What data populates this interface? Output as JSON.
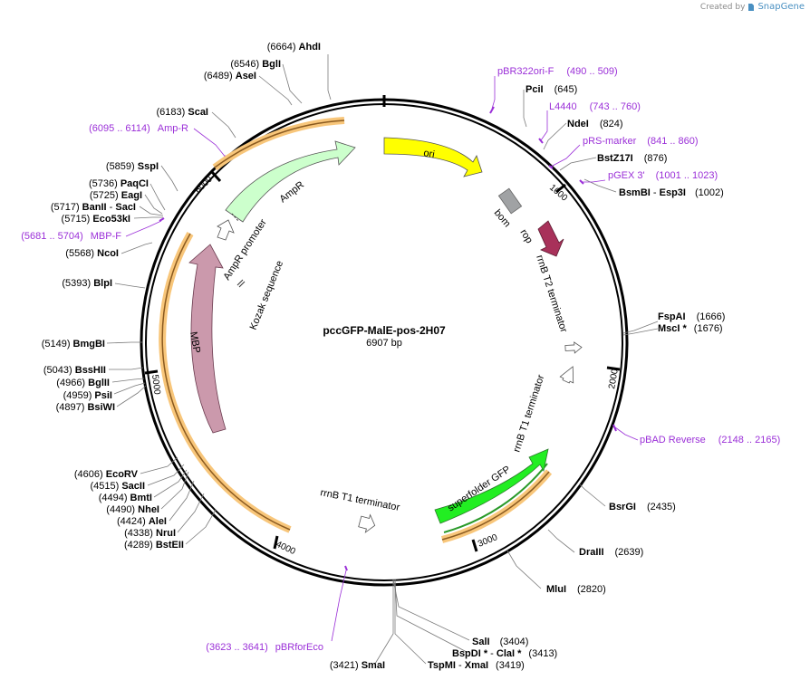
{
  "credit": {
    "created_by": "Created by",
    "brand": "SnapGene"
  },
  "plasmid": {
    "name": "pccGFP-MalE-pos-2H07",
    "length": "6907 bp"
  },
  "ticks": [
    "1000",
    "2000",
    "3000",
    "4000",
    "5000",
    "6000"
  ],
  "sites": {
    "ahdi": {
      "pos": "(6664)",
      "name": "AhdI"
    },
    "bgli": {
      "pos": "(6546)",
      "name": "BglI"
    },
    "asei": {
      "pos": "(6489)",
      "name": "AseI"
    },
    "scai": {
      "pos": "(6183)",
      "name": "ScaI"
    },
    "sspi": {
      "pos": "(5859)",
      "name": "SspI"
    },
    "paqci": {
      "pos": "(5736)",
      "name": "PaqCI"
    },
    "eagi": {
      "pos": "(5725)",
      "name": "EagI"
    },
    "banii": {
      "pos": "(5717)",
      "name": "BanII",
      "sep": " - ",
      "name2": "SacI"
    },
    "eco53ki": {
      "pos": "(5715)",
      "name": "Eco53kI"
    },
    "ncoi": {
      "pos": "(5568)",
      "name": "NcoI"
    },
    "blpi": {
      "pos": "(5393)",
      "name": "BlpI"
    },
    "bmgbi": {
      "pos": "(5149)",
      "name": "BmgBI"
    },
    "bsshii": {
      "pos": "(5043)",
      "name": "BssHII"
    },
    "bglii": {
      "pos": "(4966)",
      "name": "BglII"
    },
    "psii": {
      "pos": "(4959)",
      "name": "PsiI"
    },
    "bsiwi": {
      "pos": "(4897)",
      "name": "BsiWI"
    },
    "ecorv": {
      "pos": "(4606)",
      "name": "EcoRV"
    },
    "sacii": {
      "pos": "(4515)",
      "name": "SacII"
    },
    "bmti": {
      "pos": "(4494)",
      "name": "BmtI"
    },
    "nhei": {
      "pos": "(4490)",
      "name": "NheI"
    },
    "alei": {
      "pos": "(4424)",
      "name": "AleI"
    },
    "nrui": {
      "pos": "(4338)",
      "name": "NruI"
    },
    "bsteii": {
      "pos": "(4289)",
      "name": "BstEII"
    },
    "smai": {
      "pos": "(3421)",
      "name": "SmaI"
    },
    "sali": {
      "name": "SalI",
      "pos": "(3404)"
    },
    "bspdi": {
      "name": "BspDI *",
      "sep": " - ",
      "name2": "ClaI *",
      "pos": "(3413)"
    },
    "tspmi": {
      "name": "TspMI",
      "sep": " - ",
      "name2": "XmaI",
      "pos": "(3419)"
    },
    "mlui": {
      "name": "MluI",
      "pos": "(2820)"
    },
    "draiii": {
      "name": "DraIII",
      "pos": "(2639)"
    },
    "bsrgi": {
      "name": "BsrGI",
      "pos": "(2435)"
    },
    "fspai": {
      "name": "FspAI",
      "pos": "(1666)"
    },
    "msci": {
      "name": "MscI *",
      "pos": "(1676)"
    },
    "pcii": {
      "name": "PciI",
      "pos": "(645)"
    },
    "ndei": {
      "name": "NdeI",
      "pos": "(824)"
    },
    "bstz17i": {
      "name": "BstZ17I",
      "pos": "(876)"
    },
    "bsmbi": {
      "name": "BsmBI",
      "sep": " - ",
      "name2": "Esp3I",
      "pos": "(1002)"
    }
  },
  "primers": {
    "pbr322ori": {
      "name": "pBR322ori-F",
      "range": "(490 .. 509)"
    },
    "l4440": {
      "name": "L4440",
      "range": "(743 .. 760)"
    },
    "prs": {
      "name": "pRS-marker",
      "range": "(841 .. 860)"
    },
    "pgex": {
      "name": "pGEX 3'",
      "range": "(1001 .. 1023)"
    },
    "pbad": {
      "name": "pBAD Reverse",
      "range": "(2148 .. 2165)"
    },
    "pbrforeco": {
      "range": "(3623 .. 3641)",
      "name": "pBRforEco"
    },
    "mbpf": {
      "range": "(5681 .. 5704)",
      "name": "MBP-F"
    },
    "ampr": {
      "range": "(6095 .. 6114)",
      "name": "Amp-R"
    }
  },
  "features": {
    "ori": "ori",
    "bom": "bom",
    "rop": "rop",
    "rrnb_t2": "rrnB T2 terminator",
    "rrnb_t1_right": "rrnB T1 terminator",
    "rrnb_t1_bottom": "rrnB T1 terminator",
    "sfgfp": "superfolder GFP",
    "mbp": "MBP",
    "kozak": "Kozak sequence",
    "ampr_promoter": "AmpR promoter",
    "ampr": "AmpR"
  },
  "colors": {
    "ori": "#ffff00",
    "rop": "#a8315a",
    "bom": "#a0a2a4",
    "sfgfp": "#22ee22",
    "mbp": "#cb99ac",
    "ampr": "#ccffcc",
    "primer": "#9b30d8",
    "orf_band": "#f8c67a"
  }
}
